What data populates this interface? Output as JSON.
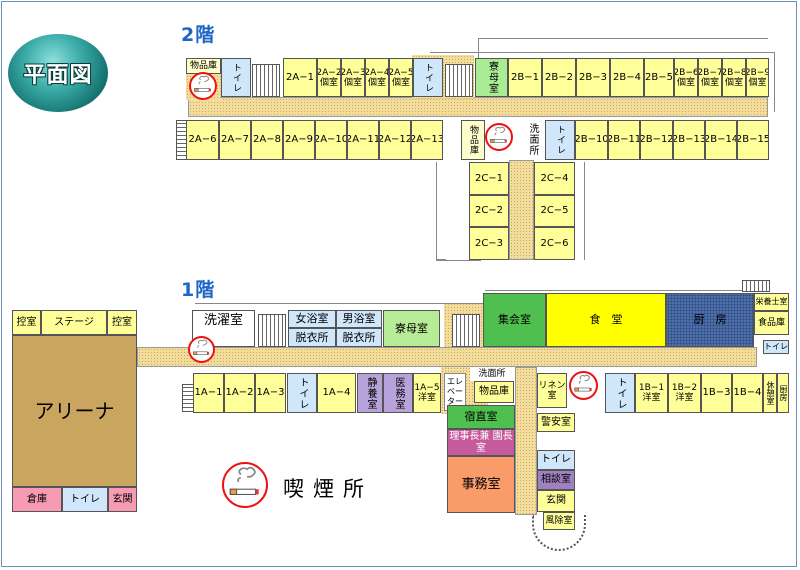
{
  "title": "平面図",
  "floor2": {
    "label": "2階",
    "rooms": {
      "storage": "物品庫",
      "toilet_a": "トイレ",
      "a1": "2A−1",
      "a2": "2A−2 個室",
      "a3": "2A−3 個室",
      "a4": "2A−4 個室",
      "a5": "2A−5 個室",
      "toilet_b": "トイレ",
      "dorm_mother": "寮母室",
      "b1": "2B−1",
      "b2": "2B−2",
      "b3": "2B−3",
      "b4": "2B−4",
      "b5": "2B−5",
      "b6": "2B−6 個室",
      "b7": "2B−7 個室",
      "b8": "2B−8 個室",
      "b9": "2B−9 個室",
      "a6": "2A−6",
      "a7": "2A−7",
      "a8": "2A−8",
      "a9": "2A−9",
      "a10": "2A−10",
      "a11": "2A−11",
      "a12": "2A−12",
      "a13": "2A−13",
      "storage2": "物品庫",
      "washroom": "洗面所",
      "toilet_c": "トイレ",
      "b10": "2B−10",
      "b11": "2B−11",
      "b12": "2B−12",
      "b13": "2B−13",
      "b14": "2B−14",
      "b15": "2B−15",
      "c1": "2C−1",
      "c2": "2C−2",
      "c3": "2C−3",
      "c4": "2C−4",
      "c5": "2C−5",
      "c6": "2C−6"
    }
  },
  "floor1": {
    "label": "1階",
    "rooms": {
      "green_room_l": "控室",
      "stage": "ステージ",
      "green_room_r": "控室",
      "arena": "アリーナ",
      "warehouse": "倉庫",
      "toilet_arena": "トイレ",
      "entrance_arena": "玄関",
      "laundry": "洗濯室",
      "women_bath": "女浴室",
      "men_bath": "男浴室",
      "changing_w": "脱衣所",
      "changing_m": "脱衣所",
      "dorm_mother": "寮母室",
      "assembly": "集会室",
      "dining": "食　堂",
      "kitchen": "厨　房",
      "dietitian": "栄養士室",
      "food_storage": "食品庫",
      "toilet_k": "トイレ",
      "r1": "1A−1",
      "r2": "1A−2",
      "r3": "1A−3",
      "toilet_a": "トイレ",
      "r4": "1A−4",
      "quiet_room": "静養室",
      "medical_room": "医務室",
      "r5": "1A−5 洋室",
      "elevator": "エレベーター",
      "washroom": "洗面所",
      "storage": "物品庫",
      "duty_room": "宿直室",
      "director_room": "理事長兼 園長室",
      "office": "事務室",
      "linen": "リネン室",
      "security": "警安室",
      "toilet_b": "トイレ",
      "consult": "相談室",
      "entrance": "玄関",
      "reception": "風除室",
      "b1": "1B−1 洋室",
      "b2": "1B−2 洋室",
      "b3": "1B−3",
      "b4": "1B−4",
      "staff_rest": "休憩室",
      "cooking": "厨房"
    }
  },
  "legend": {
    "label": "喫煙所",
    "icon": "smoking-area-icon"
  },
  "colors": {
    "room": "#ffff99",
    "corridor": "#f3dd9d",
    "title_blue": "#1c66c8",
    "smoking_ring": "#e11111"
  }
}
